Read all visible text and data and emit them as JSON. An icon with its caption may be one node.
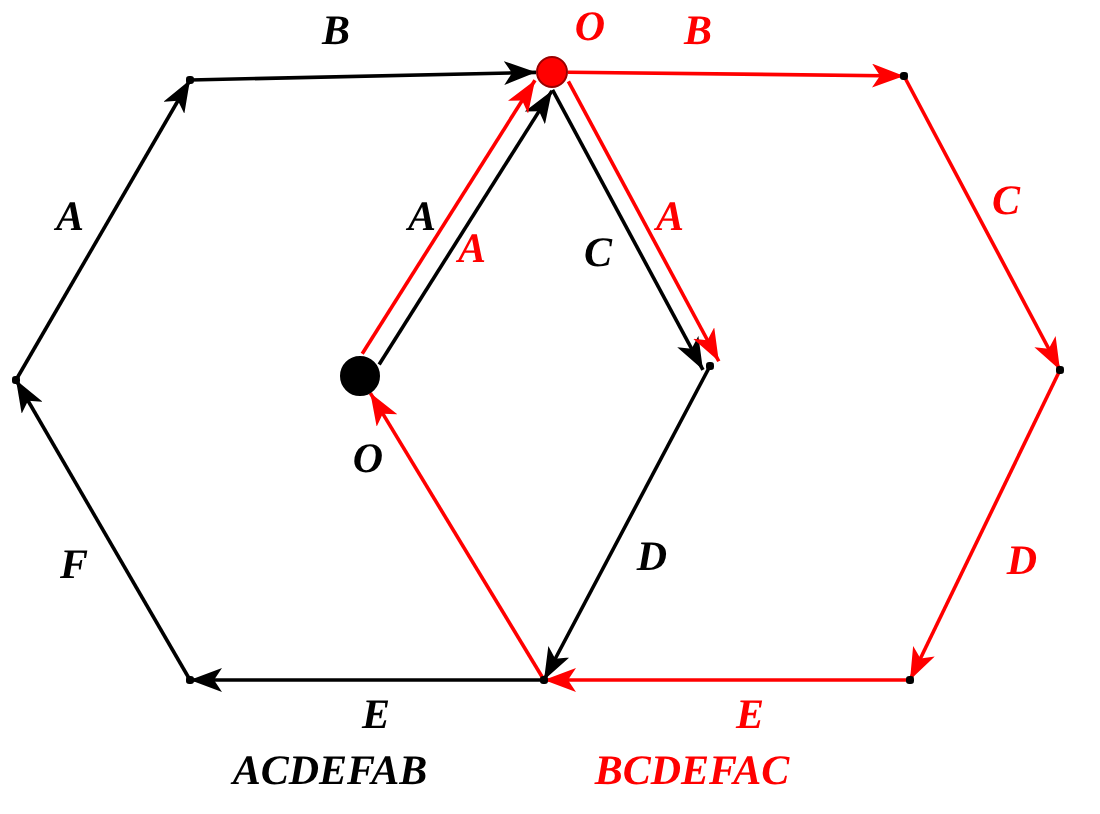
{
  "diagram": {
    "nodes": [
      {
        "text": [
          "O"
        ]
      },
      {
        "text": [
          "O"
        ]
      },
      {
        "text": [],
        "shape": "point"
      },
      {
        "text": [],
        "shape": "point"
      },
      {
        "text": [],
        "shape": "point"
      },
      {
        "text": [],
        "shape": "point"
      },
      {
        "text": [],
        "shape": "point"
      },
      {
        "text": [],
        "shape": "point"
      },
      {
        "text": [],
        "shape": "point"
      },
      {
        "text": [],
        "shape": "point"
      }
    ],
    "edges": [
      {
        "from": 0,
        "to": 1,
        "arrow": "to",
        "label": "A"
      },
      {
        "from": 1,
        "to": 6,
        "arrow": "to",
        "label": "C"
      },
      {
        "from": 6,
        "to": 5,
        "arrow": "to",
        "label": "D"
      },
      {
        "from": 5,
        "to": 4,
        "arrow": "to",
        "label": "E"
      },
      {
        "from": 4,
        "to": 3,
        "arrow": "to",
        "label": "F"
      },
      {
        "from": 3,
        "to": 2,
        "arrow": "to",
        "label": "A"
      },
      {
        "from": 2,
        "to": 1,
        "arrow": "to",
        "label": "B"
      },
      {
        "from": 1,
        "to": 7,
        "arrow": "to",
        "label": "B",
        "color": "#ff0000"
      },
      {
        "from": 7,
        "to": 8,
        "arrow": "to",
        "label": "C",
        "color": "#ff0000"
      },
      {
        "from": 8,
        "to": 9,
        "arrow": "to",
        "label": "D",
        "color": "#ff0000"
      },
      {
        "from": 9,
        "to": 5,
        "arrow": "to",
        "label": "E",
        "color": "#ff0000"
      },
      {
        "from": 5,
        "to": 0,
        "arrow": "to",
        "color": "#ff0000"
      },
      {
        "from": 0,
        "to": 1,
        "arrow": "to",
        "label": "A",
        "color": "#ff0000"
      },
      {
        "from": 1,
        "to": 6,
        "arrow": "to",
        "label": "A",
        "color": "#ff0000"
      }
    ],
    "labels": [
      "ACDEFAB",
      "BCDEFAC"
    ]
  }
}
